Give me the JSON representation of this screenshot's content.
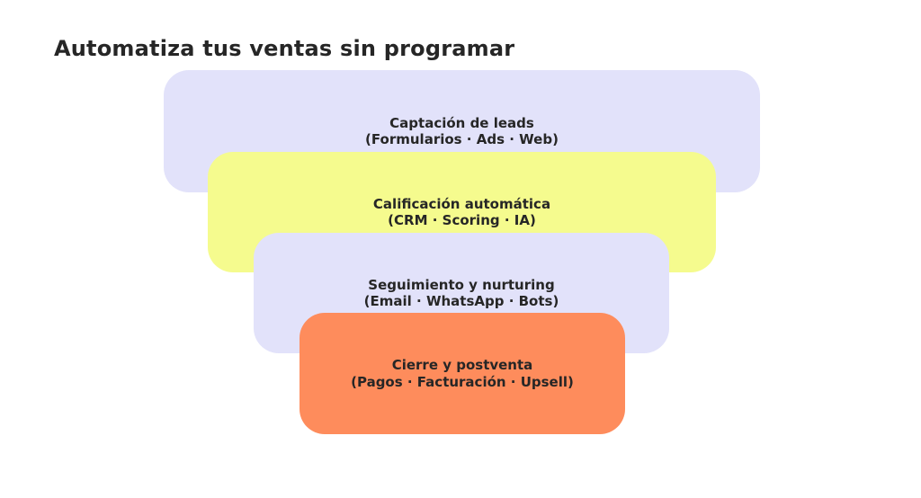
{
  "title": "Automatiza tus ventas sin programar",
  "colors": {
    "background": "#FFFFFF",
    "lavender": "#E2E2FA",
    "yellow": "#F5FB8E",
    "orange": "#FE8C5C",
    "text": "#262626"
  },
  "funnel": {
    "stages": [
      {
        "label": "Captación de leads",
        "sublabel": "(Formularios · Ads · Web)",
        "color": "#E2E2FA"
      },
      {
        "label": "Calificación automática",
        "sublabel": "(CRM · Scoring · IA)",
        "color": "#F5FB8E"
      },
      {
        "label": "Seguimiento y nurturing",
        "sublabel": "(Email · WhatsApp · Bots)",
        "color": "#E2E2FA"
      },
      {
        "label": "Cierre y postventa",
        "sublabel": "(Pagos · Facturación · Upsell)",
        "color": "#FE8C5C"
      }
    ]
  }
}
